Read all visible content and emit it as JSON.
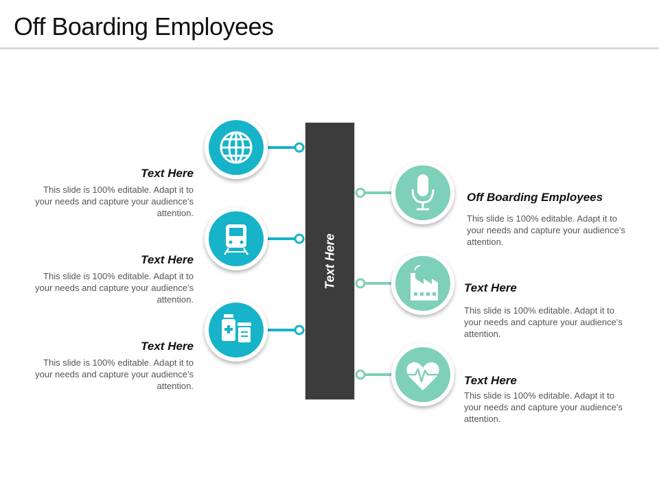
{
  "title": "Off Boarding Employees",
  "center_label": "Text Here",
  "colors": {
    "teal": "#17b3c9",
    "mint": "#7ed0b8",
    "bar": "#3c3c3c"
  },
  "left_items": [
    {
      "icon": "globe-icon",
      "heading": "Text Here",
      "text": "This slide is 100% editable. Adapt it to your needs and capture your audience's attention."
    },
    {
      "icon": "train-icon",
      "heading": "Text Here",
      "text": "This slide is 100% editable. Adapt it to your needs and capture your audience's attention."
    },
    {
      "icon": "medicine-icon",
      "heading": "Text Here",
      "text": "This slide is 100% editable. Adapt it to your needs and capture your audience's attention."
    }
  ],
  "right_items": [
    {
      "icon": "microphone-icon",
      "heading": "Off Boarding Employees",
      "text": "This slide is 100% editable. Adapt it to your needs and capture your audience's attention."
    },
    {
      "icon": "factory-icon",
      "heading": "Text Here",
      "text": "This slide is 100% editable. Adapt it to your needs and capture your audience's attention."
    },
    {
      "icon": "heart-pulse-icon",
      "heading": "Text Here",
      "text": "This slide is 100% editable. Adapt it to your needs and capture your audience's attention."
    }
  ]
}
